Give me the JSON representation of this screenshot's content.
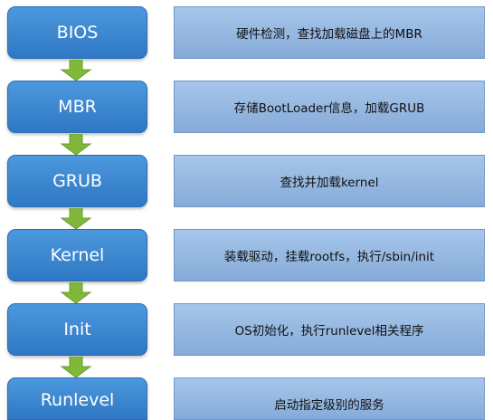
{
  "colors": {
    "stage": "#3f8ad6",
    "desc": "#96b8e2",
    "arrow": "#80b83a"
  },
  "steps": [
    {
      "stage": "BIOS",
      "desc": "硬件检测，查找加载磁盘上的MBR"
    },
    {
      "stage": "MBR",
      "desc": "存储BootLoader信息，加载GRUB"
    },
    {
      "stage": "GRUB",
      "desc": "查找并加载kernel"
    },
    {
      "stage": "Kernel",
      "desc": "装载驱动，挂载rootfs，执行/sbin/init"
    },
    {
      "stage": "Init",
      "desc": "OS初始化，执行runlevel相关程序"
    },
    {
      "stage": "Runlevel",
      "desc": "启动指定级别的服务"
    }
  ]
}
